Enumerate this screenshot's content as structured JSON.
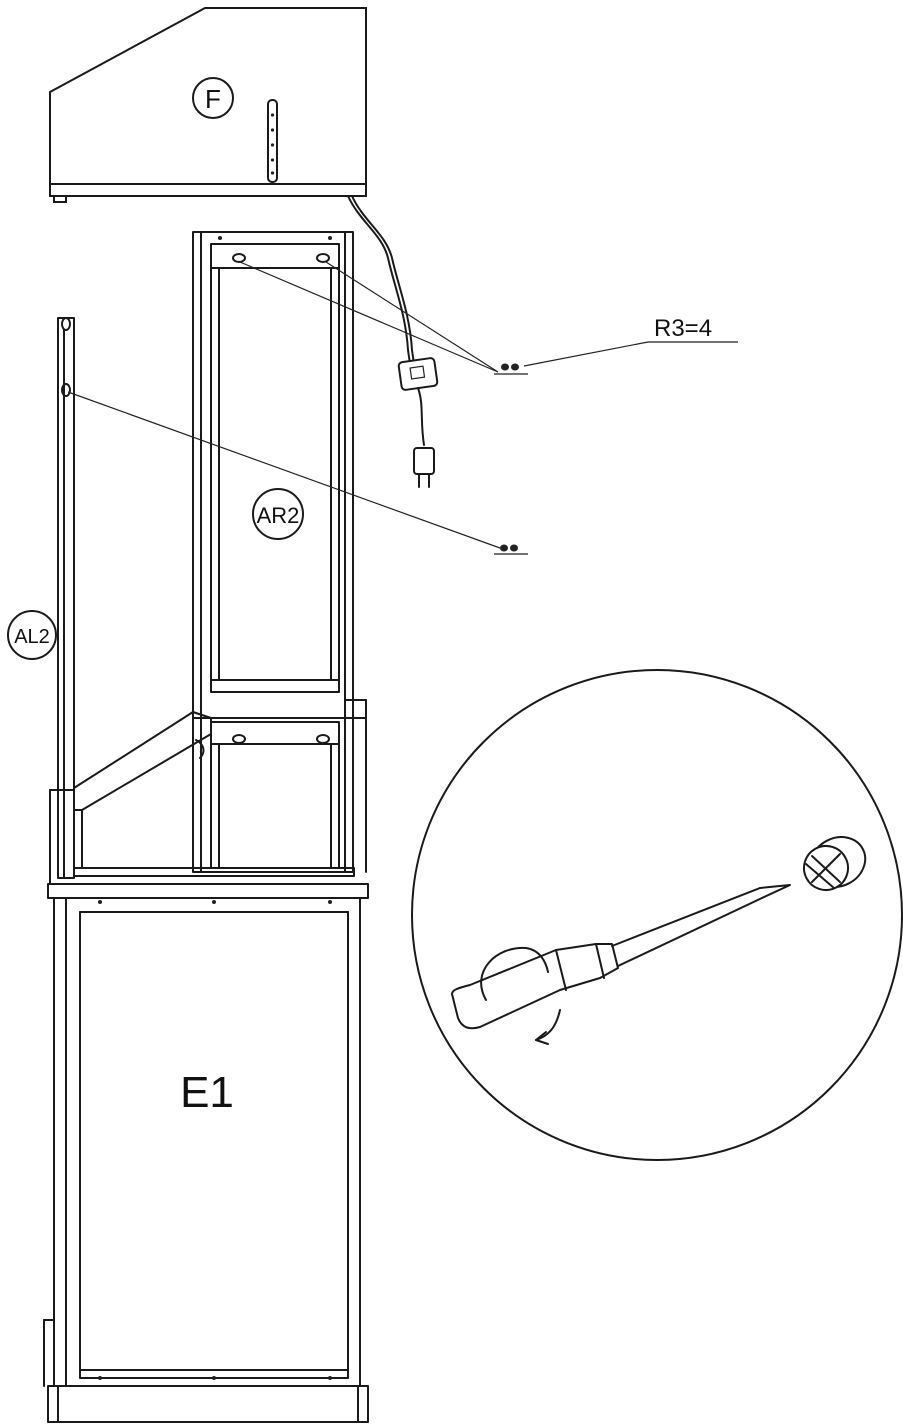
{
  "labels": {
    "top_cover": "F",
    "right_side_panel": "AR2",
    "left_side_panel": "AL2",
    "base_cabinet": "E1",
    "fastener_callout": "R3=4"
  },
  "icons": [
    "screwdriver-icon",
    "cam-lock-fitting-icon",
    "rotation-arrow-icon",
    "power-plug-icon"
  ]
}
